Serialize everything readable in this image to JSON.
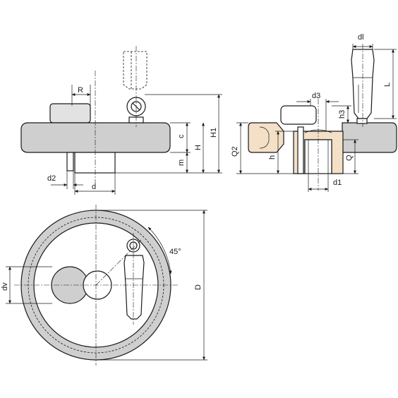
{
  "labels": {
    "R": "R",
    "c": "c",
    "H": "H",
    "H1": "H1",
    "m": "m",
    "d2": "d2",
    "d": "d",
    "dl": "dl",
    "L": "L",
    "d3": "d3",
    "h3": "h3",
    "Q2": "Q2",
    "h": "h",
    "Q": "Q",
    "d1": "d1",
    "dv": "dv",
    "D": "D",
    "angle": "45°"
  }
}
